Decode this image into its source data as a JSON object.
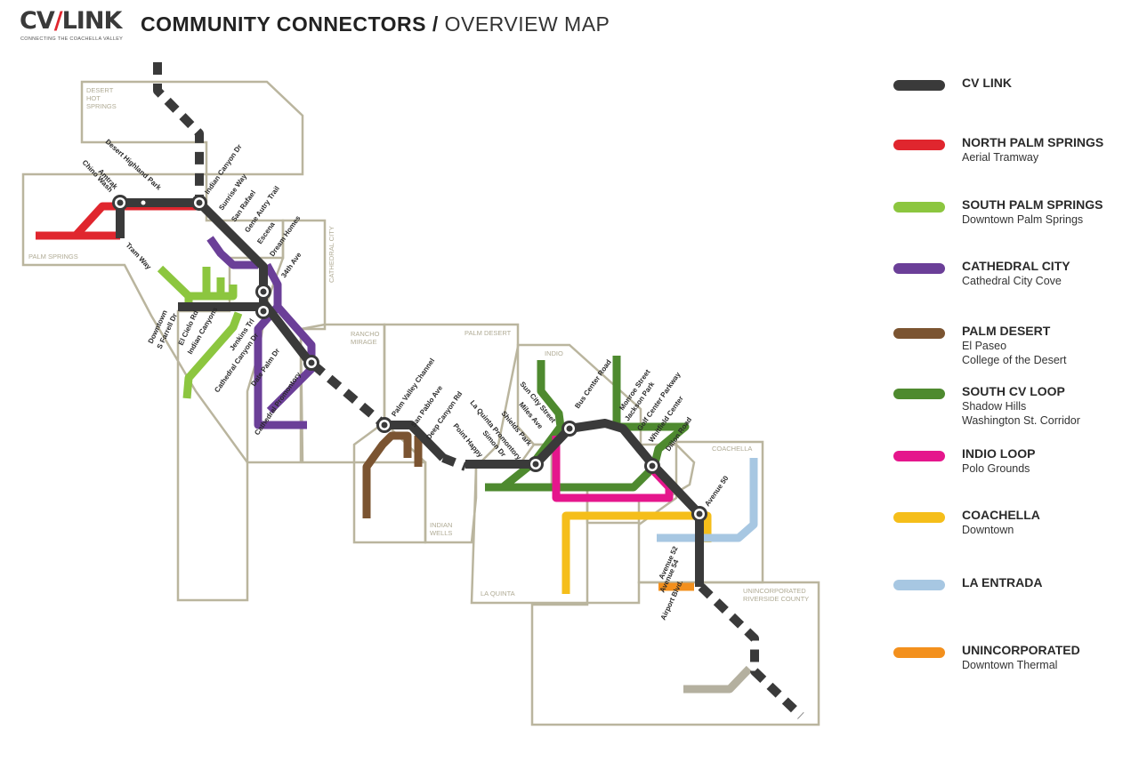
{
  "header": {
    "logo_prefix": "CV",
    "logo_v": "/",
    "logo_suffix": "LINK",
    "logo_tagline": "CONNECTING THE COACHELLA VALLEY",
    "title_bold": "COMMUNITY CONNECTORS /",
    "title_light": " OVERVIEW MAP"
  },
  "colors": {
    "cv_link": "#3a3a3a",
    "north_palm_springs": "#e0262e",
    "south_palm_springs": "#8cc63f",
    "cathedral_city": "#6b3f98",
    "palm_desert": "#7b5431",
    "south_cv_loop": "#4e8a2f",
    "indio_loop": "#e5168c",
    "coachella": "#f5be1a",
    "la_entrada": "#a7c7e2",
    "unincorporated": "#f3901d",
    "boundary": "#bab59e",
    "gray_spur": "#b4b09f"
  },
  "legend": [
    {
      "key": "cv_link",
      "name": "CV LINK",
      "subs": []
    },
    {
      "key": "north_palm_springs",
      "name": "NORTH PALM SPRINGS",
      "subs": [
        "Aerial Tramway"
      ]
    },
    {
      "key": "south_palm_springs",
      "name": "SOUTH PALM SPRINGS",
      "subs": [
        "Downtown Palm Springs"
      ]
    },
    {
      "key": "cathedral_city",
      "name": "CATHEDRAL CITY",
      "subs": [
        "Cathedral City Cove"
      ]
    },
    {
      "key": "palm_desert",
      "name": "PALM DESERT",
      "subs": [
        "El Paseo",
        "College of the Desert"
      ]
    },
    {
      "key": "south_cv_loop",
      "name": "SOUTH CV LOOP",
      "subs": [
        "Shadow Hills",
        "Washington St. Corridor"
      ]
    },
    {
      "key": "indio_loop",
      "name": "INDIO LOOP",
      "subs": [
        "Polo Grounds"
      ]
    },
    {
      "key": "coachella",
      "name": "COACHELLA",
      "subs": [
        "Downtown"
      ]
    },
    {
      "key": "la_entrada",
      "name": "LA ENTRADA",
      "subs": []
    },
    {
      "key": "unincorporated",
      "name": "UNINCORPORATED",
      "subs": [
        "Downtown Thermal"
      ]
    }
  ],
  "regions": {
    "desert_hot_springs": [
      "DESERT",
      "HOT",
      "SPRINGS"
    ],
    "palm_springs": [
      "PALM SPRINGS"
    ],
    "cathedral_city": [
      "CATHEDRAL CITY"
    ],
    "rancho_mirage": [
      "RANCHO",
      "MIRAGE"
    ],
    "palm_desert": [
      "PALM DESERT"
    ],
    "indian_wells": [
      "INDIAN",
      "WELLS"
    ],
    "la_quinta": [
      "LA QUINTA"
    ],
    "indio": [
      "INDIO"
    ],
    "coachella": [
      "COACHELLA"
    ],
    "unincorporated": [
      "UNINCORPORATED",
      "RIVERSIDE COUNTY"
    ]
  },
  "stops": [
    "Chino Wash",
    "Amtrak",
    "Desert Highland Park",
    "Indian Canyon Dr",
    "Sunrise Way",
    "San Rafael",
    "Gene Autry Trail",
    "Escena",
    "Dream Homes",
    "34th Ave",
    "Tram Way",
    "Downtown",
    "S Farrell Dr",
    "El Cielo Rd",
    "Indian Canyons",
    "Jenkins Trl",
    "Cathedral Canyon Dr",
    "Date Palm Dr",
    "Cathedral Promontory",
    "Palm Valley Channel",
    "San Pablo Ave",
    "Deep Canyon Rd",
    "Point Happy",
    "La Quinta Promontory",
    "Simon Dr",
    "Shields Park",
    "Miles Ave",
    "Sun City Street",
    "Bus Center Road",
    "Monroe Street",
    "Jackson Park",
    "Golf Center Parkway",
    "Whitfield Center",
    "Dillon Road",
    "Avenue 50",
    "Avenue 52",
    "Avenue 54",
    "Airport Blvd."
  ]
}
